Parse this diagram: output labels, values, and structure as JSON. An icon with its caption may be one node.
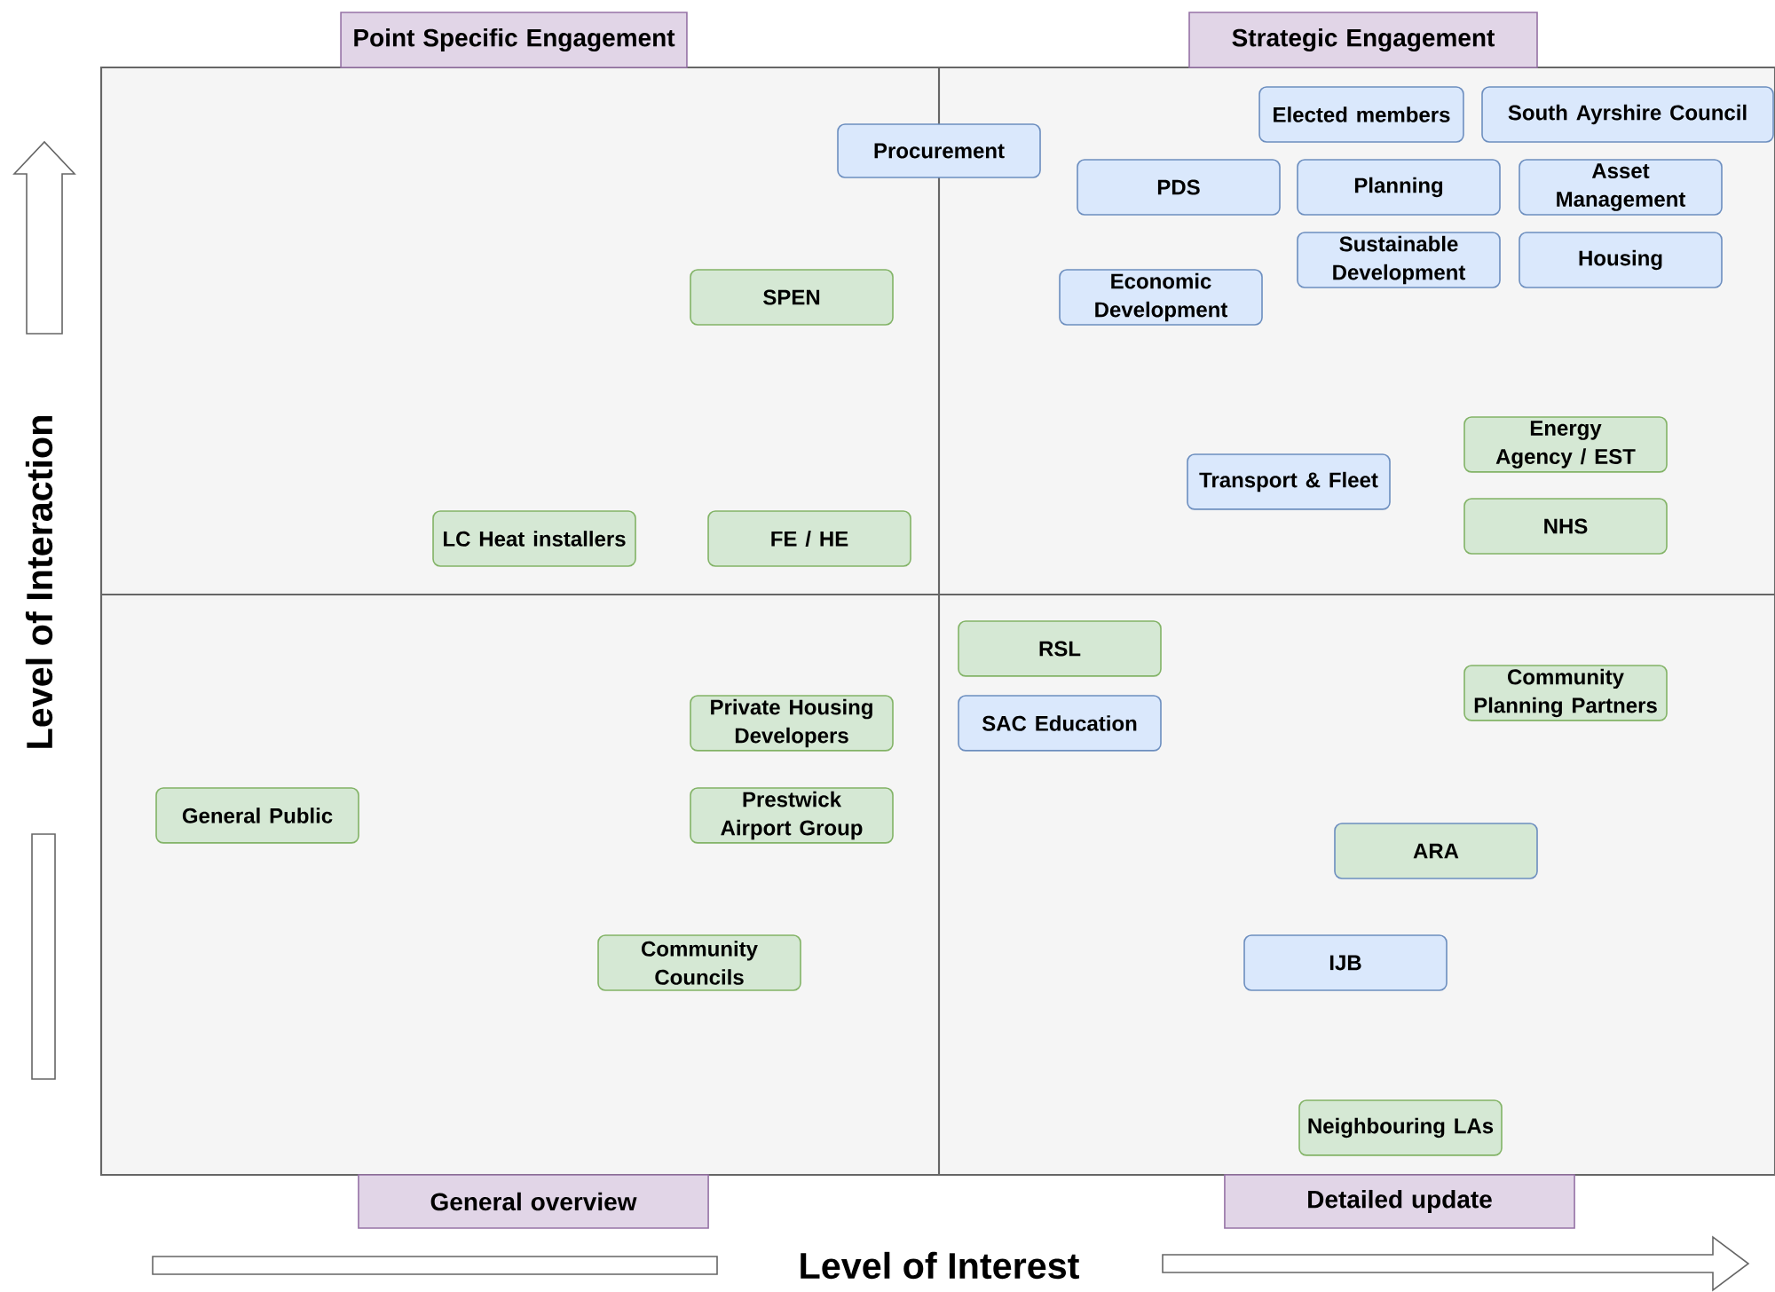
{
  "diagram": {
    "nodes": [
      {
        "text": [
          "Point Specific Engagement"
        ]
      },
      {
        "text": [
          "Strategic Engagement"
        ]
      },
      {
        "text": [
          "Procurement"
        ]
      },
      {
        "text": [
          "Elected members"
        ]
      },
      {
        "text": [
          "South Ayrshire Council"
        ]
      },
      {
        "text": [
          "PDS"
        ]
      },
      {
        "text": [
          "Planning"
        ]
      },
      {
        "text": [
          "Asset Management"
        ]
      },
      {
        "text": [
          "SPEN"
        ]
      },
      {
        "text": [
          "Economic Development"
        ]
      },
      {
        "text": [
          "Sustainable Development"
        ]
      },
      {
        "text": [
          "Housing"
        ]
      },
      {
        "text": [
          "Energy Agency / EST"
        ]
      },
      {
        "text": [
          "Transport & Fleet"
        ]
      },
      {
        "text": [
          "LC Heat installers"
        ]
      },
      {
        "text": [
          "FE / HE"
        ]
      },
      {
        "text": [
          "NHS"
        ]
      },
      {
        "text": [
          "RSL"
        ]
      },
      {
        "text": [
          "Community Planning Partners"
        ]
      },
      {
        "text": [
          "SAC Education"
        ]
      },
      {
        "text": [
          "Private Housing Developers"
        ]
      },
      {
        "text": [
          "General Public"
        ]
      },
      {
        "text": [
          "Prestwick Airport Group"
        ]
      },
      {
        "text": [
          "ARA"
        ]
      },
      {
        "text": [
          "Community Councils"
        ]
      },
      {
        "text": [
          "IJB"
        ]
      },
      {
        "text": [
          "Neighbouring LAs"
        ]
      },
      {
        "text": [
          "General overview"
        ]
      },
      {
        "text": [
          "Detailed update"
        ]
      }
    ],
    "labels": [
      "Level of Interaction",
      "Level of Interest"
    ]
  }
}
